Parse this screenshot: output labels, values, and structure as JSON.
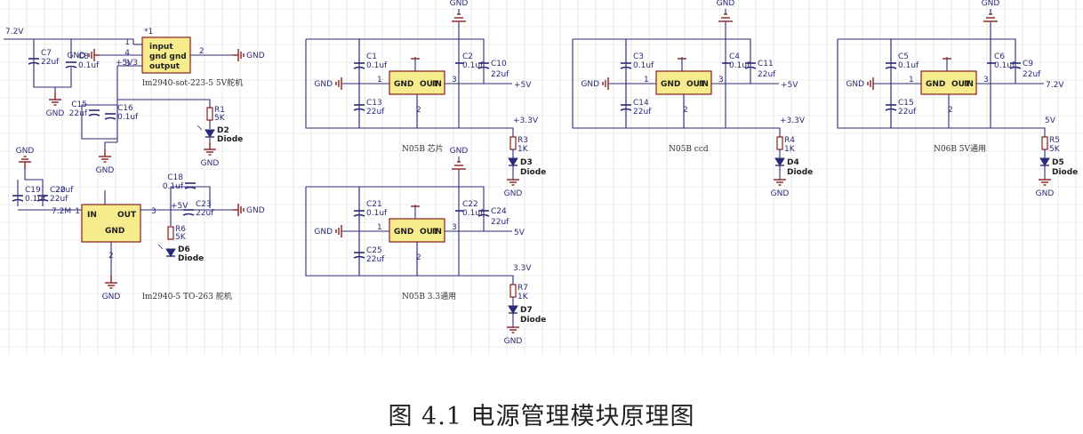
{
  "figure_caption": "图 4.1 电源管理模块原理图",
  "colors": {
    "grid": "#dcdcdc",
    "wire": "#2a2a78",
    "component": "#8a1f1f",
    "ic_fill": "#f6ec8e"
  },
  "supply": {
    "input": "7.2V",
    "ground": "GND"
  },
  "lm2940_5v_servo": {
    "chip": {
      "ref": "*1",
      "pins": [
        "input",
        "gnd gnd",
        "output"
      ],
      "pin_numbers": [
        "1",
        "4",
        "3",
        "2"
      ]
    },
    "caption": "lm2940-sot-223-5 5V舵机",
    "rail": "+5V3",
    "caps": [
      {
        "ref": "C7",
        "value": "22uf"
      },
      {
        "ref": "C8",
        "value": "0.1uf"
      },
      {
        "ref": "C15",
        "value": "22uf"
      },
      {
        "ref": "C16",
        "value": "0.1uf"
      }
    ],
    "resistor": {
      "ref": "R1",
      "value": "5K"
    },
    "led": {
      "ref": "D2",
      "value": "Diode"
    }
  },
  "lm2940_5v_mcu": {
    "chip": {
      "in": "IN",
      "out": "OUT",
      "gnd": "GND",
      "pin_numbers": [
        "1",
        "3",
        "2"
      ]
    },
    "caption": "lm2940-5 TO-263 舵机",
    "rail": "+5V",
    "input_label": "7.2M",
    "caps": [
      {
        "ref": "C19",
        "value": "0.1uf"
      },
      {
        "ref": "C20",
        "value": "22uf"
      },
      {
        "ref": "C18",
        "value": "0.1uf"
      },
      {
        "ref": "C23",
        "value": "22uf"
      }
    ],
    "resistor": {
      "ref": "R6",
      "value": "5K"
    },
    "led": {
      "ref": "D6",
      "value": "Diode"
    }
  },
  "regulators": [
    {
      "caption": "N05B 芯片",
      "out_rail": "+5V",
      "led_rail": "+3.3V",
      "caps": [
        {
          "ref": "C1",
          "value": "0.1uf"
        },
        {
          "ref": "C13",
          "value": "22uf"
        },
        {
          "ref": "C2",
          "value": "0.1uf"
        },
        {
          "ref": "C10",
          "value": "22uf"
        }
      ],
      "resistor": {
        "ref": "R3",
        "value": "1K"
      },
      "led": {
        "ref": "D3",
        "value": "Diode"
      }
    },
    {
      "caption": "N05B ccd",
      "out_rail": "+5V",
      "led_rail": "+3.3V",
      "caps": [
        {
          "ref": "C3",
          "value": "0.1uf"
        },
        {
          "ref": "C14",
          "value": "22uf"
        },
        {
          "ref": "C4",
          "value": "0.1uf"
        },
        {
          "ref": "C11",
          "value": "22uf"
        }
      ],
      "resistor": {
        "ref": "R4",
        "value": "1K"
      },
      "led": {
        "ref": "D4",
        "value": "Diode"
      }
    },
    {
      "caption": "N06B 5V通用",
      "out_rail": "7.2V",
      "led_rail": "5V",
      "caps": [
        {
          "ref": "C5",
          "value": "0.1uf"
        },
        {
          "ref": "C15",
          "value": "22uf"
        },
        {
          "ref": "C6",
          "value": "0.1uf"
        },
        {
          "ref": "C9",
          "value": "22uf"
        }
      ],
      "resistor": {
        "ref": "R5",
        "value": "5K"
      },
      "led": {
        "ref": "D5",
        "value": "Diode"
      }
    },
    {
      "caption": "N05B 3.3通用",
      "out_rail": "5V",
      "led_rail": "3.3V",
      "caps": [
        {
          "ref": "C21",
          "value": "0.1uf"
        },
        {
          "ref": "C25",
          "value": "22uf"
        },
        {
          "ref": "C22",
          "value": "0.1uf"
        },
        {
          "ref": "C24",
          "value": "22uf"
        }
      ],
      "resistor": {
        "ref": "R7",
        "value": "1K"
      },
      "led": {
        "ref": "D7",
        "value": "Diode"
      }
    }
  ],
  "regulator_pins": {
    "gnd": "GND",
    "out": "OUT",
    "in": "IN",
    "n1": "1",
    "n2": "2",
    "n3": "3"
  }
}
